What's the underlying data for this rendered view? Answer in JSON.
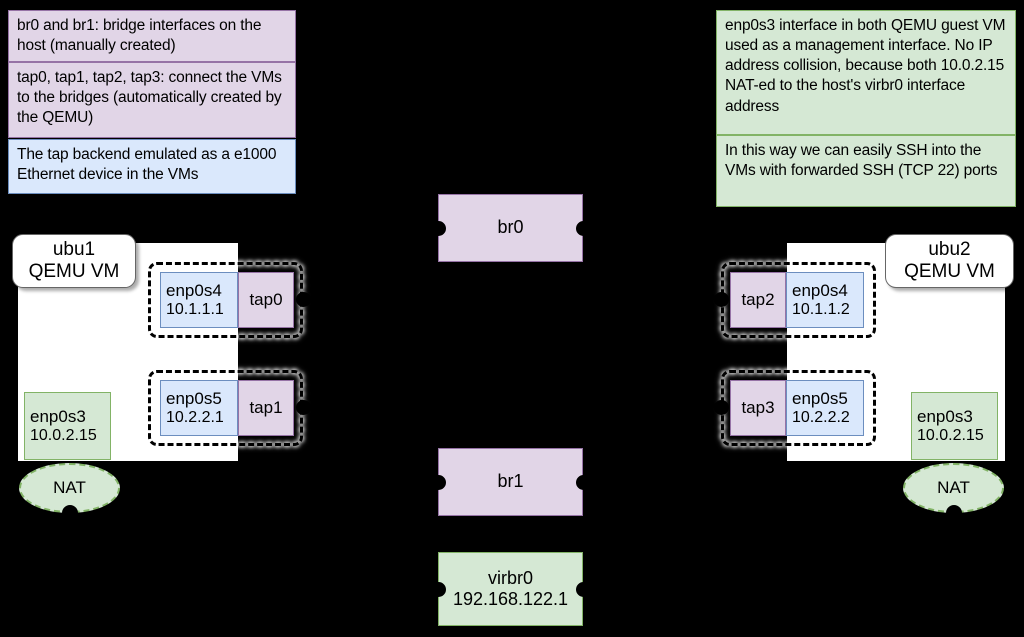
{
  "diagram": {
    "title": "QEMU VM bridged networking diagram",
    "background": "#000000",
    "colors": {
      "purple_fill": "#e1d5e7",
      "purple_stroke": "#9673a6",
      "blue_fill": "#dae8fc",
      "blue_stroke": "#6c8ebf",
      "green_fill": "#d5e8d4",
      "green_stroke": "#82b366",
      "white_fill": "#ffffff",
      "line": "#000000"
    }
  },
  "notes_left": [
    {
      "id": "note-bridges",
      "style": "purple",
      "text": "br0 and br1: bridge interfaces on the host (manually created)"
    },
    {
      "id": "note-taps",
      "style": "purple",
      "text": "tap0, tap1, tap2, tap3: connect the VMs to the bridges (automatically created by the QEMU)"
    },
    {
      "id": "note-e1000",
      "style": "blue",
      "text": "The tap backend emulated as a e1000 Ethernet device in the VMs"
    }
  ],
  "notes_right": [
    {
      "id": "note-mgmt",
      "style": "green",
      "text": "enp0s3 interface in both QEMU guest VM used as a management interface. No IP address collision, because both 10.0.2.15 NAT-ed to the host's virbr0 interface address"
    },
    {
      "id": "note-ssh",
      "style": "green",
      "text": "In this way we can easily SSH into the VMs with forwarded SSH (TCP 22) ports"
    }
  ],
  "vms": [
    {
      "id": "ubu1",
      "name": "ubu1",
      "subtitle": "QEMU VM",
      "mgmt": {
        "name": "enp0s3",
        "ip": "10.0.2.15"
      },
      "nat_label": "NAT",
      "nics": [
        {
          "nic": "enp0s4",
          "ip": "10.1.1.1",
          "tap": "tap0"
        },
        {
          "nic": "enp0s5",
          "ip": "10.2.2.1",
          "tap": "tap1"
        }
      ]
    },
    {
      "id": "ubu2",
      "name": "ubu2",
      "subtitle": "QEMU VM",
      "mgmt": {
        "name": "enp0s3",
        "ip": "10.0.2.15"
      },
      "nat_label": "NAT",
      "nics": [
        {
          "nic": "enp0s4",
          "ip": "10.1.1.2",
          "tap": "tap2"
        },
        {
          "nic": "enp0s5",
          "ip": "10.2.2.2",
          "tap": "tap3"
        }
      ]
    }
  ],
  "bridges": [
    {
      "id": "br0",
      "name": "br0",
      "ip": "",
      "style": "purple"
    },
    {
      "id": "br1",
      "name": "br1",
      "ip": "",
      "style": "purple"
    },
    {
      "id": "virbr0",
      "name": "virbr0",
      "ip": "192.168.122.1",
      "style": "green"
    }
  ]
}
